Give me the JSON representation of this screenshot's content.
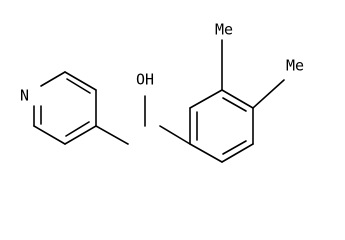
{
  "molecule": {
    "labels": {
      "pyridine_n": "N",
      "hydroxyl": "OH",
      "methyl_top": "Me",
      "methyl_right": "Me"
    }
  }
}
